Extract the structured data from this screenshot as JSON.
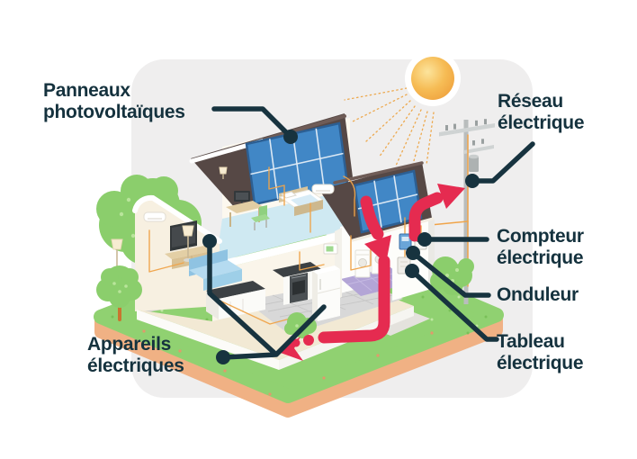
{
  "labels": {
    "solar_panels": "Panneaux\nphotovoltaïques",
    "grid": "Réseau\nélectrique",
    "meter": "Compteur\nélectrique",
    "inverter": "Onduleur",
    "electrical_panel": "Tableau\nélectrique",
    "appliances": "Appareils\nélectriques"
  },
  "colors": {
    "label_text": "#15323e",
    "connector_navy": "#17333f",
    "energy_flow_red": "#e52b50",
    "solar_panel_blue": "#4187c6",
    "solar_panel_frame": "#2c5f93",
    "roof_brown": "#564845",
    "grass_green": "#90d171",
    "soil_orange": "#f0b184",
    "sun_orange": "#f2ae44",
    "wire_orange": "#f0a449",
    "card_background": "#efeeee",
    "wall_cream": "#f7f0e1",
    "bedroom_floor_blue": "#cfe9f2",
    "laundry_floor_purple": "#b3a5d6"
  },
  "icons": {
    "sun": "sun-icon",
    "utility_pole": "utility-pole-icon",
    "house": "house-cutaway-illustration",
    "arrows": "energy-flow-arrows"
  }
}
